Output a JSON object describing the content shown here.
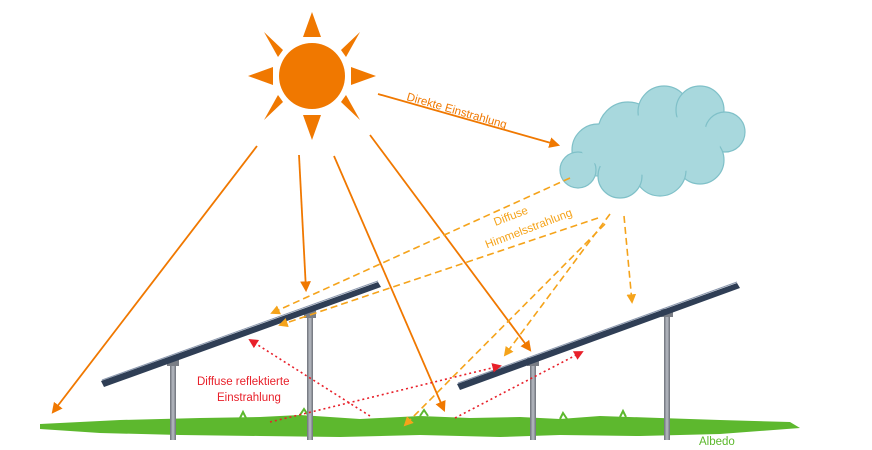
{
  "labels": {
    "direct": "Direkte Einstrahlung",
    "diffuse_sky_1": "Diffuse",
    "diffuse_sky_2": "Himmelsstrahlung",
    "diffuse_reflected_1": "Diffuse reflektierte",
    "diffuse_reflected_2": "Einstrahlung",
    "albedo": "Albedo"
  },
  "colors": {
    "sun": "#F07800",
    "direct_ray": "#F07800",
    "diffuse_sky_ray": "#F5A31A",
    "reflected_ray": "#E8202A",
    "reflected_text": "#E8202A",
    "cloud_fill": "#A8D8DD",
    "cloud_stroke": "#7FC0C8",
    "grass": "#5DB82E",
    "albedo_text": "#5DB82E",
    "panel": "#2F3E55",
    "pole": "#8A8E96"
  }
}
